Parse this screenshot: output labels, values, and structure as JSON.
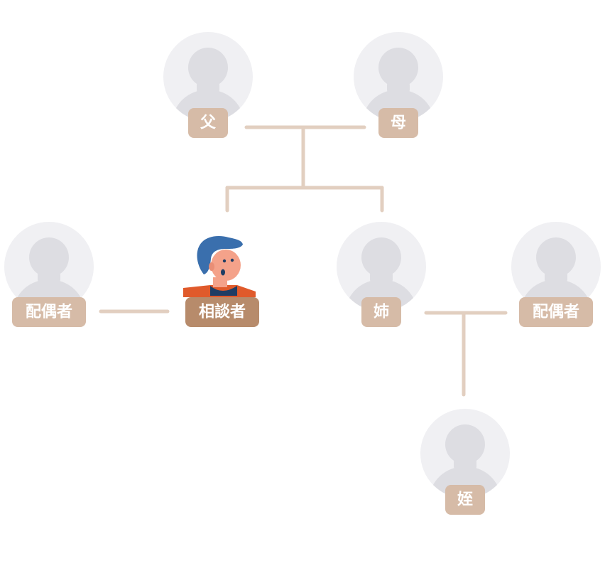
{
  "colors": {
    "avatar_bg": "#f0f0f3",
    "silhouette": "#dddde2",
    "label_bg": "#d6bba7",
    "label_bg_self": "#b78b6b",
    "connector": "#e2cfc0",
    "hair": "#3a6fad",
    "skin": "#f4a28a",
    "shirt": "#e05a2b"
  },
  "members": {
    "father": {
      "label": "父",
      "icon": "person-silhouette-icon"
    },
    "mother": {
      "label": "母",
      "icon": "person-silhouette-icon"
    },
    "spouse_left": {
      "label": "配偶者",
      "icon": "person-silhouette-icon"
    },
    "consulter": {
      "label": "相談者",
      "icon": "consulter-illustration-icon"
    },
    "sister": {
      "label": "姉",
      "icon": "person-silhouette-icon"
    },
    "spouse_right": {
      "label": "配偶者",
      "icon": "person-silhouette-icon"
    },
    "niece": {
      "label": "姪",
      "icon": "person-silhouette-icon"
    }
  }
}
